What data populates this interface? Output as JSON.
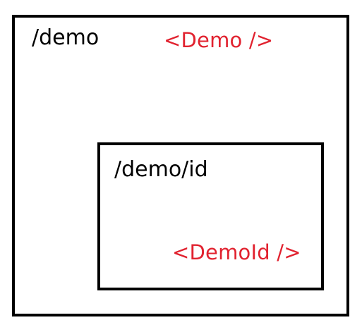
{
  "outer": {
    "route": "/demo",
    "component": "<Demo />"
  },
  "inner": {
    "route": "/demo/id",
    "component": "<DemoId />"
  },
  "colors": {
    "border": "#000000",
    "route_text": "#000000",
    "component_text": "#e1222f"
  }
}
